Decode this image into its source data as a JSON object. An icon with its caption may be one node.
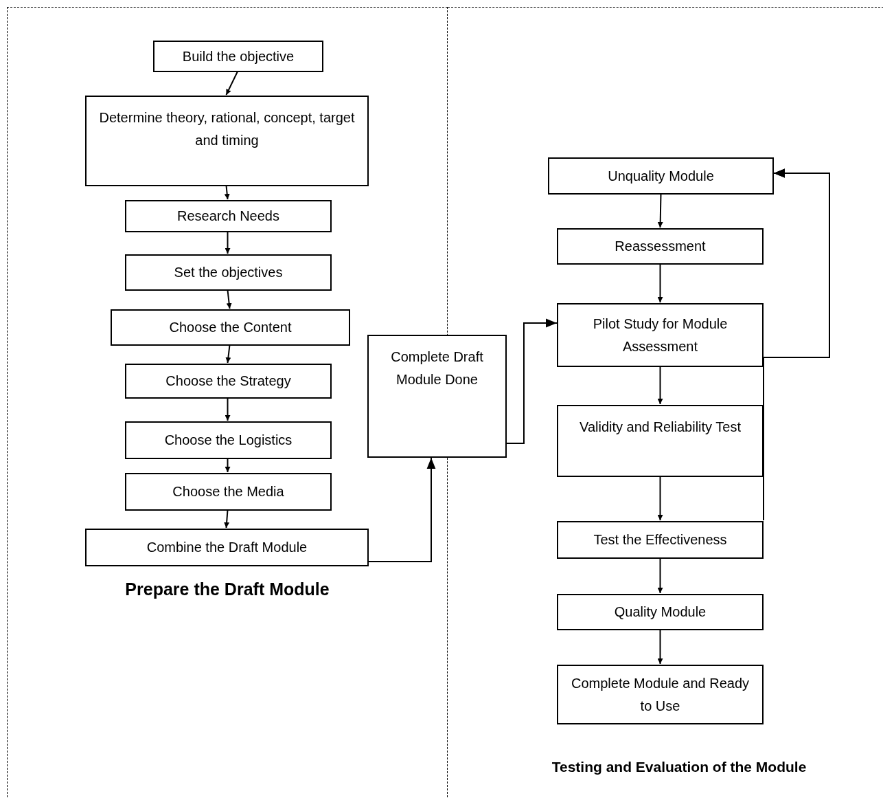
{
  "diagram": {
    "nodes": [
      {
        "text": [
          "Prepare the Draft Module"
        ]
      },
      {
        "text": [
          "Build the objective"
        ],
        "in": 0
      },
      {
        "text": [
          "Determine theory, rational, concept, target and timing"
        ],
        "in": 0
      },
      {
        "text": [
          "Research Needs"
        ],
        "in": 0
      },
      {
        "text": [
          "Set the objectives"
        ],
        "in": 0
      },
      {
        "text": [
          "Choose the Content"
        ],
        "in": 0
      },
      {
        "text": [
          "Choose the Strategy"
        ],
        "in": 0
      },
      {
        "text": [
          "Choose the Logistics"
        ],
        "in": 0
      },
      {
        "text": [
          "Choose the Media"
        ],
        "in": 0
      },
      {
        "text": [
          "Combine the Draft Module"
        ],
        "in": 0
      },
      {
        "text": [
          "Complete Draft Module Done"
        ]
      },
      {
        "text": [
          "Testing and Evaluation of the Module"
        ]
      },
      {
        "text": [
          "Unquality Module"
        ],
        "in": 11
      },
      {
        "text": [
          "Reassessment"
        ],
        "in": 11
      },
      {
        "text": [
          "Pilot Study for Module Assessment"
        ],
        "in": 11
      },
      {
        "text": [
          "Validity and Reliability Test"
        ],
        "in": 11
      },
      {
        "text": [
          "Test the Effectiveness"
        ],
        "in": 11
      },
      {
        "text": [
          "Quality Module"
        ],
        "in": 11
      },
      {
        "text": [
          "Complete Module and Ready to Use"
        ],
        "in": 11
      }
    ],
    "edges": [
      {
        "from": 1,
        "to": 2,
        "arrow": "to"
      },
      {
        "from": 2,
        "to": 3,
        "arrow": "to"
      },
      {
        "from": 3,
        "to": 4,
        "arrow": "to"
      },
      {
        "from": 4,
        "to": 5,
        "arrow": "to"
      },
      {
        "from": 5,
        "to": 6,
        "arrow": "to"
      },
      {
        "from": 6,
        "to": 7,
        "arrow": "to"
      },
      {
        "from": 7,
        "to": 8,
        "arrow": "to"
      },
      {
        "from": 8,
        "to": 9,
        "arrow": "to"
      },
      {
        "from": 9,
        "to": 10,
        "arrow": "to"
      },
      {
        "from": 10,
        "to": 14,
        "arrow": "to"
      },
      {
        "from": 12,
        "to": 13,
        "arrow": "to"
      },
      {
        "from": 13,
        "to": 14,
        "arrow": "to"
      },
      {
        "from": 14,
        "to": 15,
        "arrow": "to"
      },
      {
        "from": 15,
        "to": 16,
        "arrow": "to"
      },
      {
        "from": 16,
        "to": 17,
        "arrow": "to"
      },
      {
        "from": 17,
        "to": 18,
        "arrow": "to"
      },
      {
        "from": 14,
        "to": 12,
        "arrow": "to"
      },
      {
        "from": 15,
        "to": 12,
        "arrow": "to"
      },
      {
        "from": 16,
        "to": 12,
        "arrow": "to"
      }
    ]
  }
}
